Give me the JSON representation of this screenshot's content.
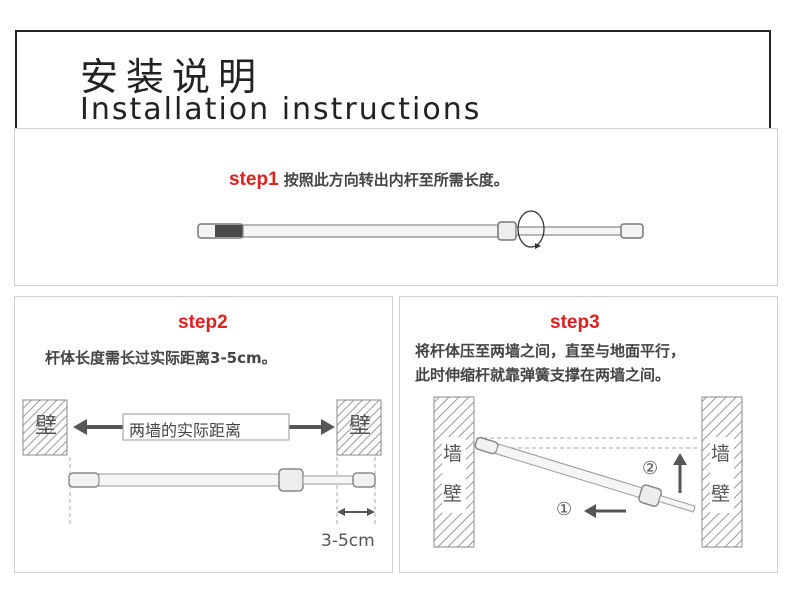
{
  "header": {
    "title_cn": "安装说明",
    "title_en": "Installation instructions"
  },
  "step1": {
    "label": "step1",
    "text": "按照此方向转出内杆至所需长度。"
  },
  "step2": {
    "label": "step2",
    "text": "杆体长度需长过实际距离3-5cm。",
    "wall_char": "壁",
    "distance_label": "两墙的实际距离",
    "measure_label": "3-5cm"
  },
  "step3": {
    "label": "step3",
    "text_line1": "将杆体压至两墙之间，直至与地面平行，",
    "text_line2": "此时伸缩杆就靠弹簧支撑在两墙之间。",
    "wall_char_top": "墙",
    "wall_char_bottom": "壁",
    "marker1": "①",
    "marker2": "②"
  },
  "colors": {
    "accent_red": "#e0201b",
    "gray": "#666666"
  }
}
